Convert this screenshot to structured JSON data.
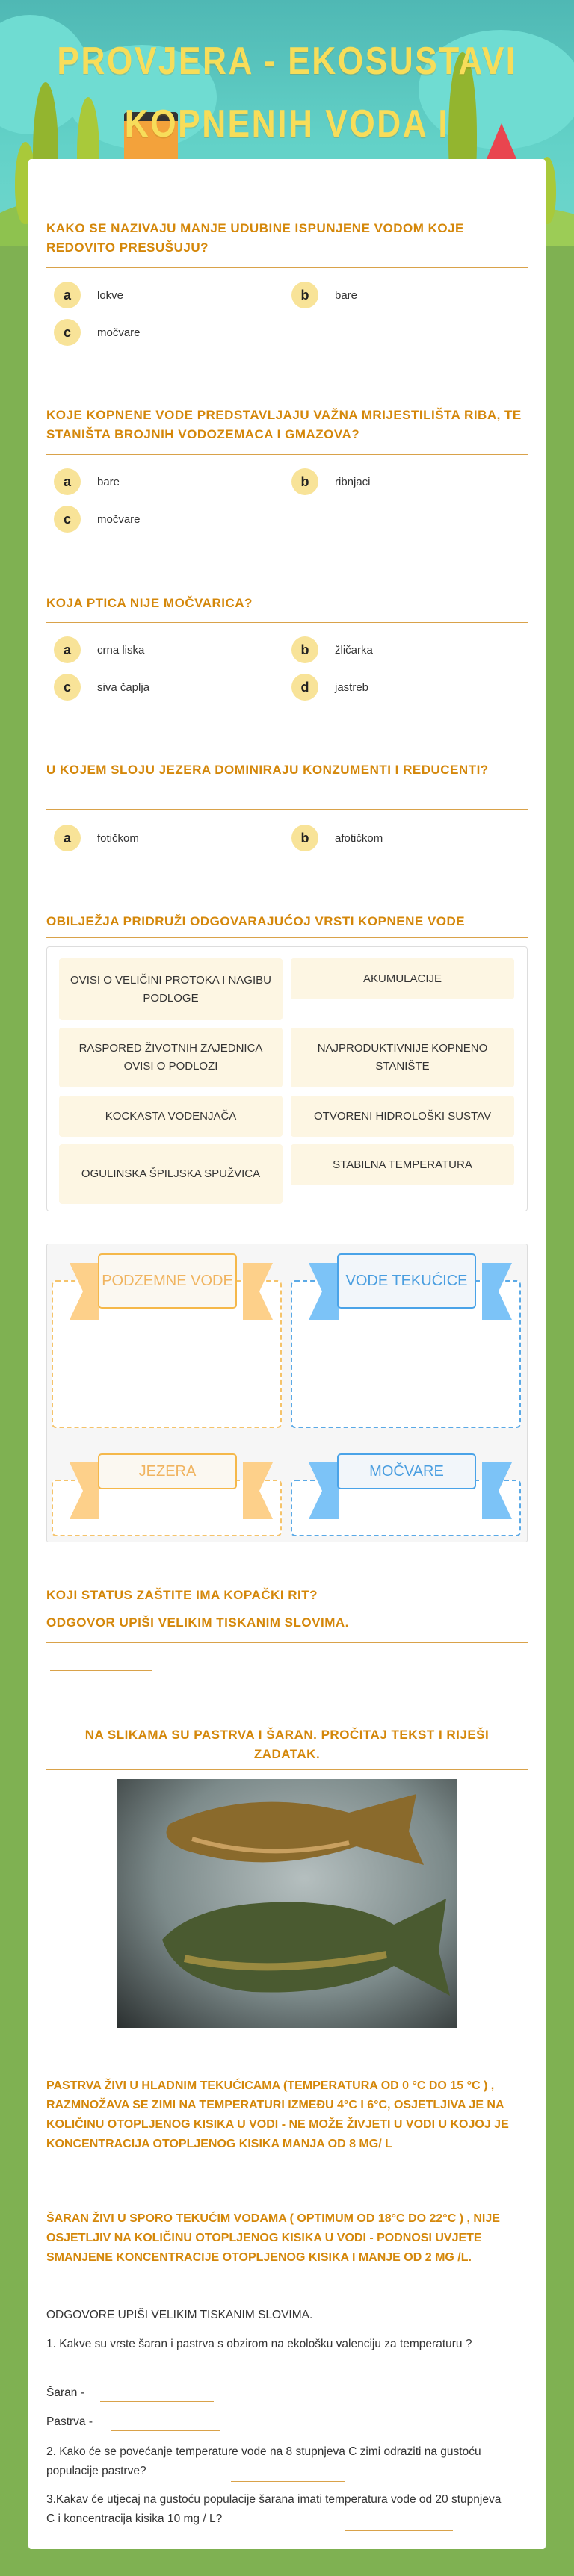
{
  "header": {
    "title": "PROVJERA - EKOSUSTAVI KOPNENIH VODA I EKOSUSTAVI NA KOPNU"
  },
  "questions": [
    {
      "title": "Kako se nazivaju manje udubine ispunjene vodom koje redovito presušuju?",
      "options": [
        {
          "letter": "a",
          "label": "lokve"
        },
        {
          "letter": "b",
          "label": "bare"
        },
        {
          "letter": "c",
          "label": "močvare"
        }
      ]
    },
    {
      "title": "Koje kopnene vode predstavljaju važna mrijestilišta riba, te staništa brojnih vodozemaca i gmazova?",
      "options": [
        {
          "letter": "a",
          "label": "bare"
        },
        {
          "letter": "b",
          "label": "ribnjaci"
        },
        {
          "letter": "c",
          "label": "močvare"
        }
      ]
    },
    {
      "title": "Koja ptica nije močvarica?",
      "options": [
        {
          "letter": "a",
          "label": "crna liska"
        },
        {
          "letter": "b",
          "label": "žličarka"
        },
        {
          "letter": "c",
          "label": "siva čaplja"
        },
        {
          "letter": "d",
          "label": "jastreb"
        }
      ]
    },
    {
      "title": "U kojem sloju jezera dominiraju konzumenti i reducenti?",
      "options": [
        {
          "letter": "a",
          "label": "fotičkom"
        },
        {
          "letter": "b",
          "label": "afotičkom"
        }
      ]
    }
  ],
  "matching": {
    "title": "Obilježja pridruži odgovarajućoj vrsti kopnene vode",
    "items": [
      "Ovisi o veličini protoka i nagibu podloge",
      "Akumulacije",
      "Raspored životnih zajednica ovisi o podlozi",
      "Najproduktivnije kopneno stanište",
      "Kockasta vodenjača",
      "Otvoreni hidrološki sustav",
      "Ogulinska špiljska spužvica",
      "Stabilna temperatura"
    ],
    "categories": [
      "PODZEMNE VODE",
      "VODE TEKUĆICE",
      "JEZERA",
      "MOČVARE"
    ],
    "colors": {
      "orange": "#f5b84a",
      "blue": "#4aa3e8"
    }
  },
  "q6": {
    "title": "Koji status zaštite ima Kopački rit?",
    "subtitle": "Odgovor upiši velikim tiskanim slovima.",
    "value": ""
  },
  "q7": {
    "title": "Na slikama su pastrva i šaran. Pročitaj tekst i riješi zadatak.",
    "para1": "Pastrva živi u hladnim tekućicama (temperatura od 0 °C do 15 °C ) , razmnožava se zimi na temperaturi između 4°C i 6°C, osjetljiva je na količinu otopljenog kisika u vodi - ne može živjeti u vodi u kojoj je koncentracija otopljenog kisika manja od 8 mg/ L",
    "para2": "Šaran živi u sporo tekućim vodama ( optimum od 18°C do 22°C ) , nije osjetljiv na količinu otopljenog kisika u vodi - podnosi uvjete smanjene koncentracije otopljenog kisika i manje od 2 mg /L.",
    "instruction": "ODGOVORE UPIŠI VELIKIM TISKANIM SLOVIMA.",
    "task1": "1. Kakve su vrste šaran i pastrva s obzirom na ekološku valenciju za temperaturu ?",
    "saran": "Šaran -",
    "pastrva": "Pastrva -",
    "task2": "2. Kako će se povećanje temperature vode na 8 stupnjeva C zimi odraziti na gustoću populacije pastrve?",
    "task3": "3.Kakav će utjecaj na gustoću populacije šarana imati temperatura vode od 20 stupnjeva C i koncentracija kisika 10 mg / L?"
  },
  "colors": {
    "accent": "#d4870a",
    "background": "#7fb152",
    "option": "#f8e398"
  }
}
